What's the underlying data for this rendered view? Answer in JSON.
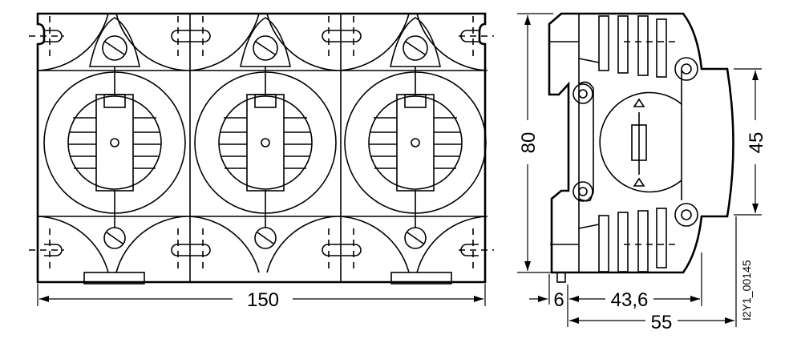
{
  "drawing": {
    "title": "Fuse holder dimension drawing",
    "dimensions": {
      "width_front": "150",
      "height": "80",
      "rail_height": "45",
      "offset": "6",
      "depth_inner": "43,6",
      "depth_total": "55"
    },
    "drawing_id": "I2Y1_00145",
    "modules": 3
  }
}
